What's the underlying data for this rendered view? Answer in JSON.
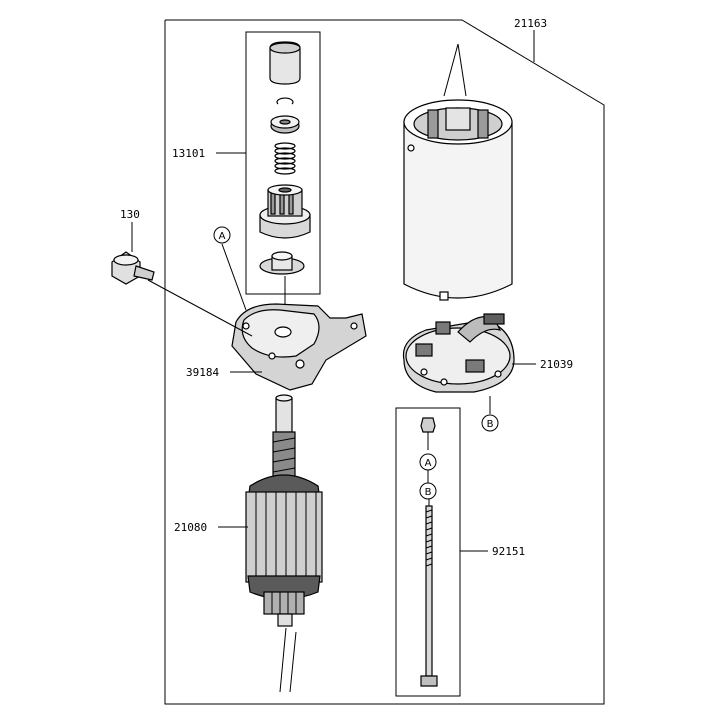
{
  "labels": {
    "assembly": "21163",
    "drive_kit": "13101",
    "bolt": "130",
    "bracket": "39184",
    "armature": "21080",
    "brush_holder": "21039",
    "through_bolts": "92151"
  },
  "callouts": {
    "a_upper": "A",
    "a_lower": "A",
    "b_upper": "B",
    "b_lower": "B"
  }
}
